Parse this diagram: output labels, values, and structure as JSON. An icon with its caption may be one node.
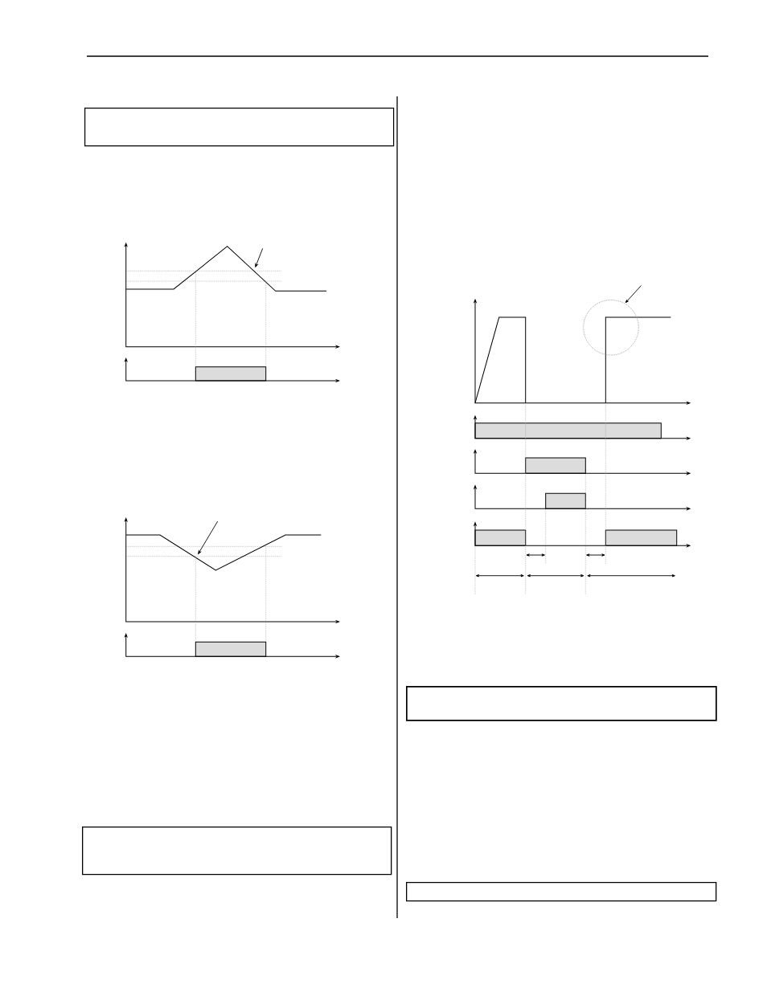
{
  "diagram": {
    "nodes": [
      {
        "text": [],
        "shape": "box"
      },
      {
        "text": [],
        "shape": "box"
      },
      {
        "text": [],
        "shape": "circle"
      },
      {
        "text": [],
        "shape": "box"
      },
      {
        "text": [],
        "shape": "box"
      }
    ],
    "edges": [
      {
        "from": null,
        "to": 2,
        "arrow": "to"
      }
    ]
  }
}
